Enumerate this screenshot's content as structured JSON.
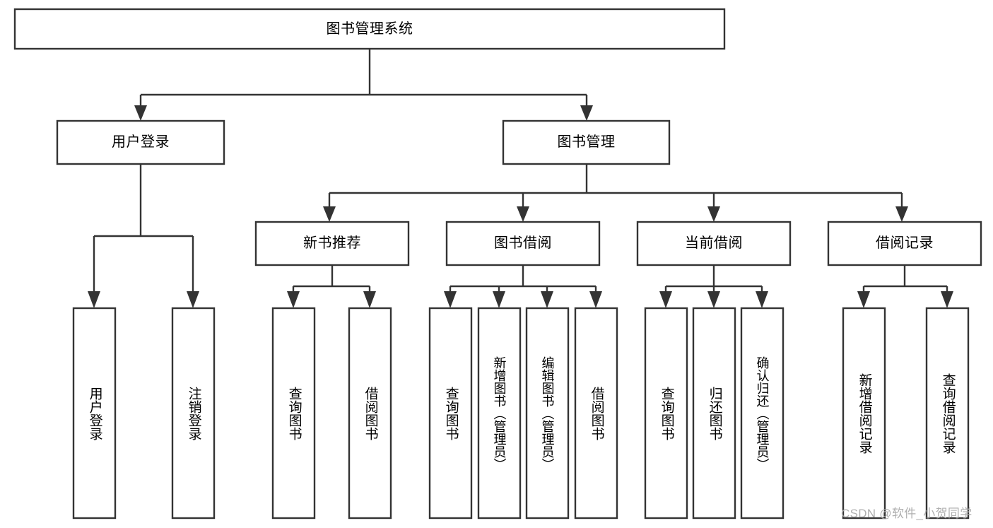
{
  "diagram": {
    "type": "tree-hierarchy-chart",
    "title": "图书管理系统",
    "style": {
      "box_fill": "#ffffff",
      "box_stroke": "#333333",
      "text_color": "#000000",
      "background": "#ffffff",
      "watermark_color": "#a9a9a9"
    },
    "root": {
      "label": "图书管理系统"
    },
    "level2": [
      {
        "label": "用户登录"
      },
      {
        "label": "图书管理"
      }
    ],
    "level3": [
      {
        "label": "新书推荐"
      },
      {
        "label": "图书借阅"
      },
      {
        "label": "当前借阅"
      },
      {
        "label": "借阅记录"
      }
    ],
    "leaves": {
      "user_login": [
        {
          "label": "用户登录"
        },
        {
          "label": "注销登录"
        }
      ],
      "new_book_recommend": [
        {
          "label": "查询图书"
        },
        {
          "label": "借阅图书"
        }
      ],
      "book_borrow": [
        {
          "label": "查询图书"
        },
        {
          "label": "新增图书（管理员）"
        },
        {
          "label": "编辑图书（管理员）"
        },
        {
          "label": "借阅图书"
        }
      ],
      "current_borrow": [
        {
          "label": "查询图书"
        },
        {
          "label": "归还图书"
        },
        {
          "label": "确认归还（管理员）"
        }
      ],
      "borrow_record": [
        {
          "label": "新增借阅记录"
        },
        {
          "label": "查询借阅记录"
        }
      ]
    }
  },
  "watermark": {
    "text": "CSDN @软件_小贺同学"
  }
}
